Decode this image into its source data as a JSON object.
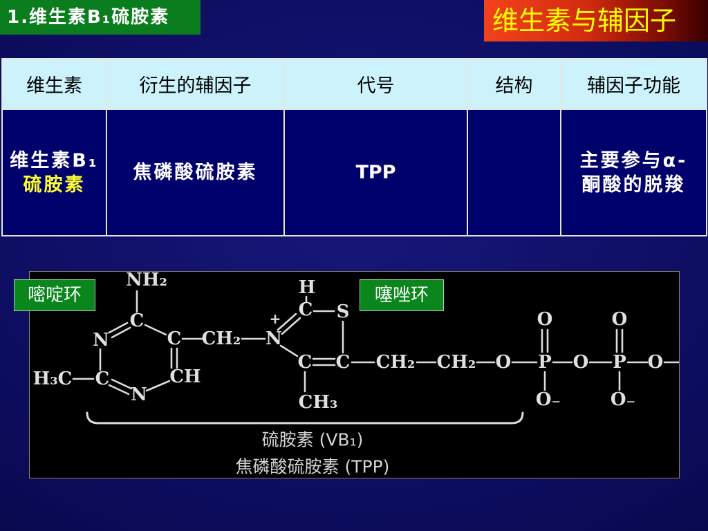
{
  "slide": {
    "section_title": "1.维生素B₁硫胺素",
    "topic_title": "维生素与辅因子"
  },
  "table": {
    "headers": [
      "维生素",
      "衍生的辅因子",
      "代号",
      "结构",
      "辅因子功能"
    ],
    "rows": [
      {
        "vitamin": "维生素B₁",
        "vitamin_alias": "硫胺素",
        "coenzyme": "焦磷酸硫胺素",
        "code": "TPP",
        "function_line1": "主要参与α-",
        "function_line2": "酮酸的脱羧"
      }
    ]
  },
  "structure": {
    "ring_labels": {
      "pyrimidine": "嘧啶环",
      "thiazole": "噻唑环"
    },
    "pyrimidine": {
      "amino": "NH₂",
      "c4": "C",
      "n3": "N",
      "c5": "C",
      "c6": "CH",
      "n1": "N",
      "c2": "C",
      "methyl": "H₃C"
    },
    "bridge": "CH₂",
    "thiazole": {
      "n3": "N",
      "charge": "+",
      "h2": "H",
      "c2": "C",
      "s1": "S",
      "c4": "C",
      "c5": "C",
      "methyl": "CH₃"
    },
    "side_chain": {
      "ch2_a": "CH₂",
      "ch2_b": "CH₂",
      "o_ester": "O",
      "p_alpha": "P",
      "o_alpha_top": "O",
      "o_alpha_bottom": "O₋",
      "o_bridge": "O",
      "p_beta": "P",
      "o_beta_top": "O",
      "o_beta_bottom": "O₋",
      "o_terminal": "O"
    },
    "captions": {
      "thiamine": "硫胺素 (VB₁)",
      "tpp": "焦磷酸硫胺素 (TPP)"
    }
  },
  "colors": {
    "background": "#0f0f66",
    "section_title_bg": "#0a7d1e",
    "topic_title_bg": "#d42c10",
    "topic_title_text": "#ffff00",
    "table_header_bg": "#ccf3fb",
    "table_body_bg": "#00006c",
    "alias_text": "#ffff33",
    "structure_bg": "#000000",
    "ring_label_bg": "#0a861c"
  }
}
